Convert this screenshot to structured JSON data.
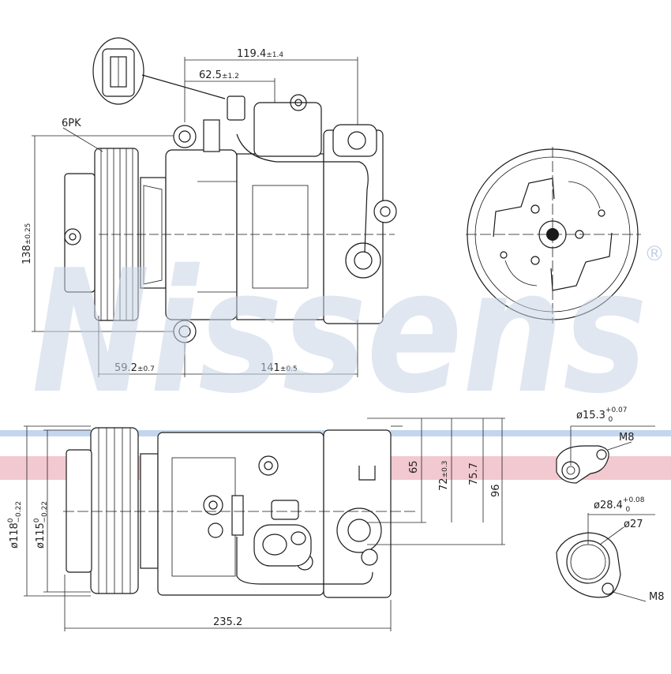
{
  "brand": {
    "watermark": "Nissens",
    "registered_mark": "®",
    "colors": {
      "watermark_fill": "#c7d3e6",
      "band_blue": "#c4d6ee",
      "band_red": "#f2c9d0",
      "lines": "#1a1a1a"
    }
  },
  "dimensions": {
    "top_view": {
      "overall_width": "119.4",
      "overall_width_tol": "±1.4",
      "connector_offset": "62.5",
      "connector_offset_tol": "±1.2",
      "belt": "6PK",
      "height": "138",
      "height_tol": "±0.25",
      "pulley_offset": "59.2",
      "pulley_offset_tol": "±0.7",
      "body_length": "141",
      "body_length_tol": "±0.5"
    },
    "side_view": {
      "pulley_outer_prefix": "ø118",
      "pulley_outer_upper": "0",
      "pulley_outer_lower": "−0.22",
      "pulley_inner_prefix": "ø115",
      "pulley_inner_upper": "0",
      "pulley_inner_lower": "−0.22",
      "total_length": "235.2",
      "port_h1": "65",
      "port_h2": "72",
      "port_h2_tol": "±0.3",
      "port_h3": "75.7",
      "port_h4": "96"
    },
    "port_details": {
      "small_port_dia": "ø15.3",
      "small_port_tol_upper": "+0.07",
      "small_port_tol_lower": "0",
      "small_port_thread": "M8",
      "large_port_dia": "ø28.4",
      "large_port_tol_upper": "+0.08",
      "large_port_tol_lower": "0",
      "large_port_inner": "ø27",
      "large_port_thread": "M8"
    }
  }
}
